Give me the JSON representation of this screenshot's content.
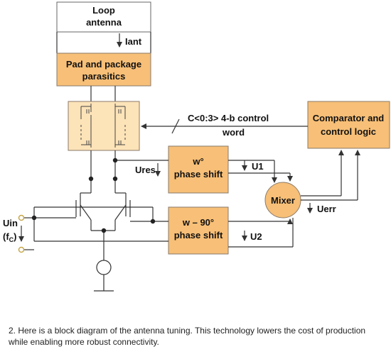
{
  "blocks": {
    "loop_antenna": {
      "line1": "Loop",
      "line2": "antenna"
    },
    "pad_package": {
      "line1": "Pad and package",
      "line2": "parasitics"
    },
    "comparator": {
      "line1": "Comparator and",
      "line2": "control logic"
    },
    "phase_w": {
      "line1": "w°",
      "line2": "phase shift"
    },
    "phase_w90": {
      "line1": "w – 90°",
      "line2": "phase shift"
    },
    "mixer": {
      "label": "Mixer"
    }
  },
  "signals": {
    "iant": "Iant",
    "ures": "Ures",
    "u1": "U1",
    "u2": "U2",
    "uerr": "Uerr",
    "control_line1": "C<0:3>  4-b control",
    "control_line2": "word",
    "uin_line1": "Uin",
    "uin_line2": "(f",
    "uin_sub": "C",
    "uin_close": ")"
  },
  "caption": "2. Here is a block diagram of the antenna tuning. This technology lowers the cost of production while enabling more robust connectivity.",
  "colors": {
    "block_dark": "#f7bf77",
    "block_light": "#fde3b8",
    "border": "#8a7a6a",
    "wire": "#333333"
  }
}
